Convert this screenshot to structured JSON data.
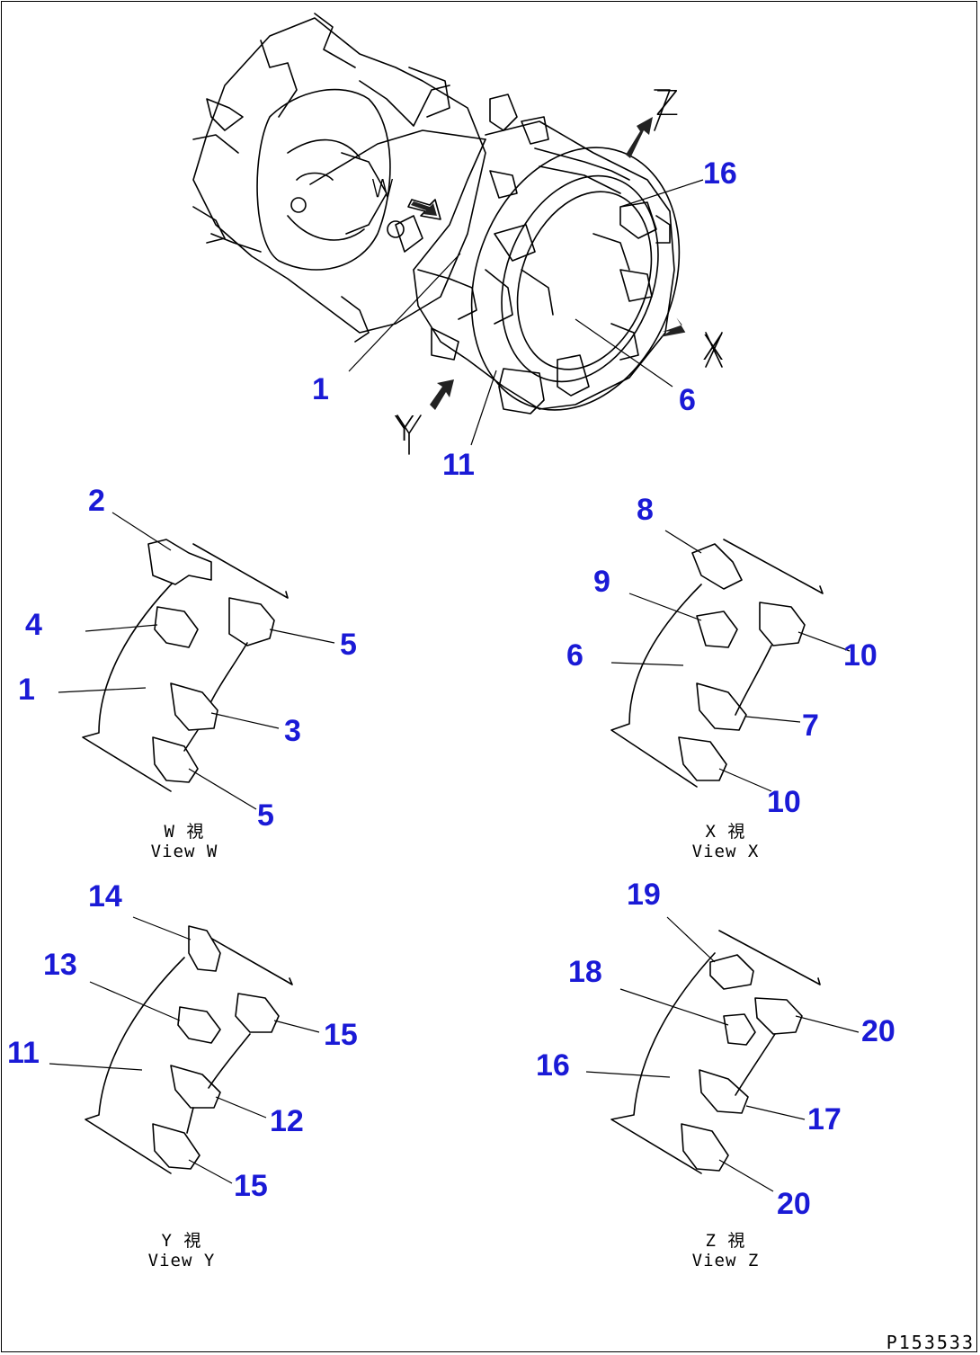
{
  "drawing_code": "P153533",
  "view_markers": {
    "z": "Z",
    "x": "X",
    "y": "Y",
    "w": "W"
  },
  "main_callouts": {
    "c1": "1",
    "c6": "6",
    "c11": "11",
    "c16": "16"
  },
  "views": {
    "w": {
      "caption_jp": "W  視",
      "caption_en": "View W",
      "callouts": [
        "2",
        "4",
        "1",
        "5",
        "3",
        "5"
      ]
    },
    "x": {
      "caption_jp": "X  視",
      "caption_en": "View X",
      "callouts": [
        "8",
        "9",
        "6",
        "10",
        "7",
        "10"
      ]
    },
    "y": {
      "caption_jp": "Y  視",
      "caption_en": "View Y",
      "callouts": [
        "14",
        "13",
        "11",
        "15",
        "12",
        "15"
      ]
    },
    "z": {
      "caption_jp": "Z  視",
      "caption_en": "View Z",
      "callouts": [
        "19",
        "18",
        "16",
        "20",
        "17",
        "20"
      ]
    }
  },
  "colors": {
    "callout": "#1a1ad6",
    "line": "#000000",
    "background": "#ffffff"
  }
}
